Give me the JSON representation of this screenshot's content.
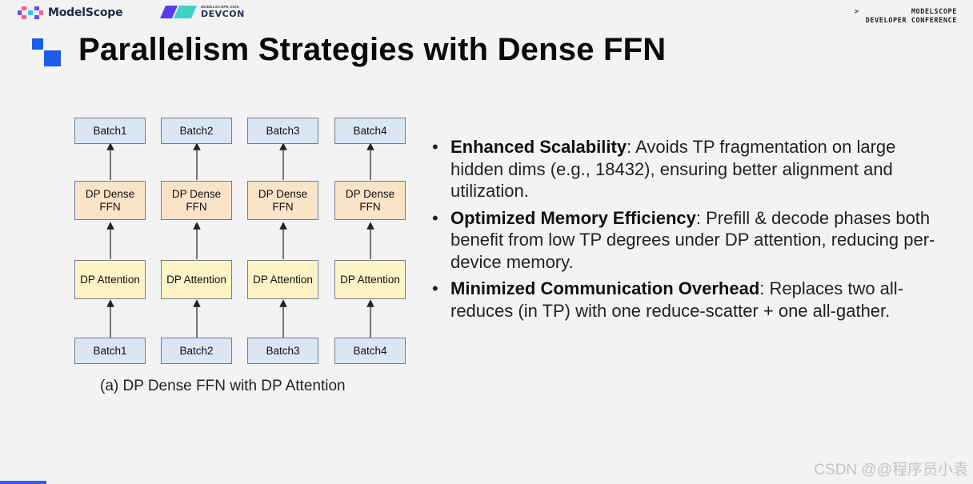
{
  "header": {
    "brand_name": "ModelScope",
    "devcon_small": "MODELSCOPE 2025",
    "devcon_big": "DEVCON",
    "conference_arrow": ">",
    "conference_line1": "MODELSCOPE",
    "conference_line2": "DEVELOPER CONFERENCE"
  },
  "title": "Parallelism Strategies with Dense FFN",
  "diagram": {
    "columns": [
      {
        "input": "Batch1",
        "attention": "DP Attention",
        "ffn_line1": "DP Dense",
        "ffn_line2": "FFN",
        "output": "Batch1"
      },
      {
        "input": "Batch2",
        "attention": "DP Attention",
        "ffn_line1": "DP Dense",
        "ffn_line2": "FFN",
        "output": "Batch2"
      },
      {
        "input": "Batch3",
        "attention": "DP Attention",
        "ffn_line1": "DP Dense",
        "ffn_line2": "FFN",
        "output": "Batch3"
      },
      {
        "input": "Batch4",
        "attention": "DP Attention",
        "ffn_line1": "DP Dense",
        "ffn_line2": "FFN",
        "output": "Batch4"
      }
    ],
    "caption": "(a) DP Dense FFN with DP Attention"
  },
  "bullets": [
    {
      "bold": "Enhanced Scalability",
      "text": ": Avoids TP fragmentation on large hidden dims (e.g., 18432), ensuring better alignment and utilization."
    },
    {
      "bold": "Optimized Memory Efficiency",
      "text": ": Prefill & decode phases both benefit from low TP degrees under DP attention, reducing per-device memory."
    },
    {
      "bold": "Minimized Communication Overhead",
      "text": ": Replaces two all-reduces (in TP) with one reduce-scatter + one all-gather."
    }
  ],
  "watermark": "CSDN @@程序员小袁",
  "colors": {
    "batch_fill": "#dbe6f4",
    "ffn_fill": "#fbe3c7",
    "attention_fill": "#fdf3c6",
    "title_icon": "#1d5bea",
    "accent_bar": "#3f5bd8"
  }
}
